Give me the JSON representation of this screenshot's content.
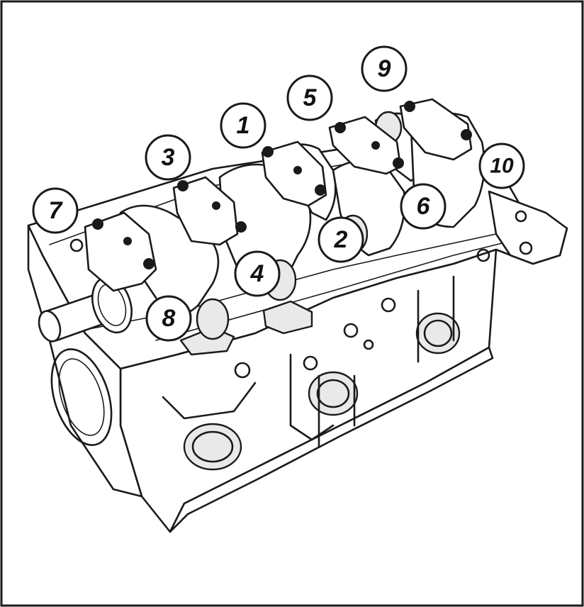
{
  "figure": {
    "colors": {
      "ink": "#1a1a1a",
      "paper": "#ffffff",
      "shade": "#e9e9e9"
    },
    "callouts": [
      {
        "id": "c1",
        "label": "1"
      },
      {
        "id": "c2",
        "label": "2"
      },
      {
        "id": "c3",
        "label": "3"
      },
      {
        "id": "c4",
        "label": "4"
      },
      {
        "id": "c5",
        "label": "5"
      },
      {
        "id": "c6",
        "label": "6"
      },
      {
        "id": "c7",
        "label": "7"
      },
      {
        "id": "c8",
        "label": "8"
      },
      {
        "id": "c9",
        "label": "9"
      },
      {
        "id": "c10",
        "label": "10"
      }
    ]
  }
}
